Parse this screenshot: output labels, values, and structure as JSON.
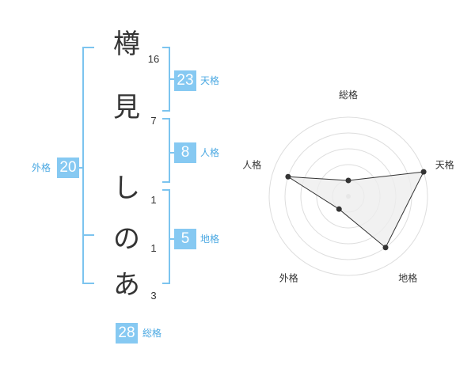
{
  "name": {
    "chars": [
      {
        "char": "樽",
        "strokes": "16"
      },
      {
        "char": "見",
        "strokes": "7"
      },
      {
        "char": "し",
        "strokes": "1"
      },
      {
        "char": "の",
        "strokes": "1"
      },
      {
        "char": "あ",
        "strokes": "3"
      }
    ]
  },
  "fortunes": {
    "tenkaku": {
      "value": "23",
      "label": "天格"
    },
    "jinkaku": {
      "value": "8",
      "label": "人格"
    },
    "chikaku": {
      "value": "5",
      "label": "地格"
    },
    "gaikaku": {
      "value": "20",
      "label": "外格"
    },
    "soukaku": {
      "value": "28",
      "label": "総格"
    }
  },
  "colors": {
    "accent": "#86c9f2",
    "bracket": "#7cc4ef",
    "label": "#4aa8e2",
    "grid": "#dddddd",
    "fill": "#eeeeee"
  },
  "chart_data": {
    "type": "radar",
    "axes": [
      "総格",
      "天格",
      "地格",
      "外格",
      "人格"
    ],
    "levels": 5,
    "values": [
      1,
      5,
      4,
      1,
      4
    ],
    "max": 5
  }
}
